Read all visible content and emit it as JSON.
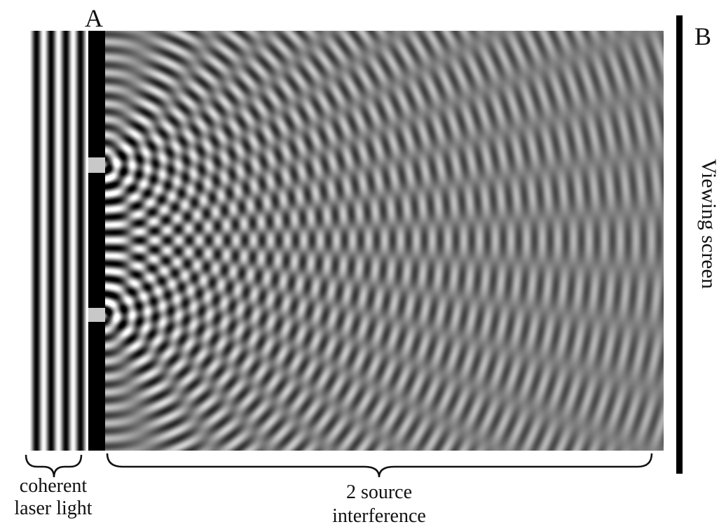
{
  "labels": {
    "slit_label": "A",
    "screen_label": "B",
    "screen_caption": "Viewing screen",
    "source_caption_line1": "coherent",
    "source_caption_line2": "laser light",
    "interference_caption_line1": "2 source",
    "interference_caption_line2": "interference"
  },
  "colors": {
    "background": "#ffffff",
    "ink": "#111111",
    "wave_dark": "#000000",
    "wave_light": "#ffffff"
  }
}
